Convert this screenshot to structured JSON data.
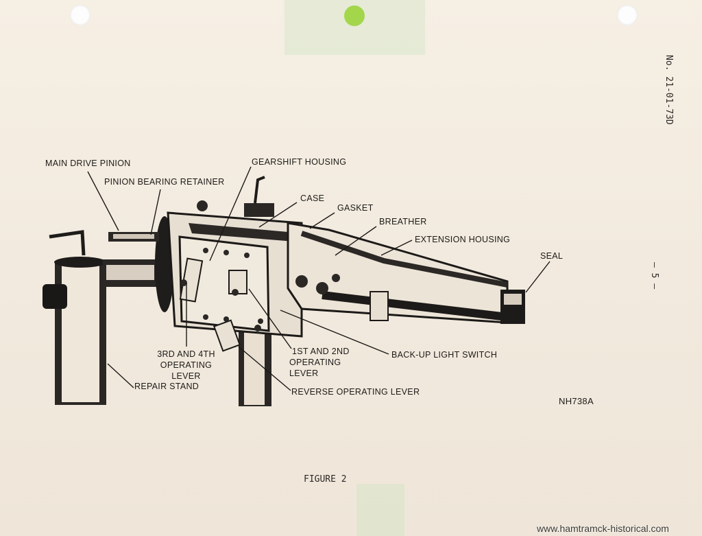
{
  "document_number": "No. 21-01-73D",
  "page_marker": "– 5 –",
  "figure_caption": "FIGURE 2",
  "figure_code": "NH738A",
  "watermark": "www.hamtramck-historical.com",
  "colors": {
    "paper": "#f3ece1",
    "ink": "#1c1a18",
    "hole_dot": "#a3d64b"
  },
  "labels": {
    "main_drive_pinion": "MAIN DRIVE PINION",
    "pinion_bearing_retainer": "PINION BEARING RETAINER",
    "gearshift_housing": "GEARSHIFT HOUSING",
    "case": "CASE",
    "gasket": "GASKET",
    "breather": "BREATHER",
    "extension_housing": "EXTENSION HOUSING",
    "seal": "SEAL",
    "third_fourth_lever": {
      "line1": "3RD AND 4TH",
      "line2": "OPERATING LEVER"
    },
    "first_second_lever": {
      "line1": "1ST AND 2ND",
      "line2": "OPERATING LEVER"
    },
    "backup_light_switch": "BACK-UP LIGHT SWITCH",
    "repair_stand": "REPAIR STAND",
    "reverse_operating_lever": "REVERSE OPERATING LEVER"
  }
}
